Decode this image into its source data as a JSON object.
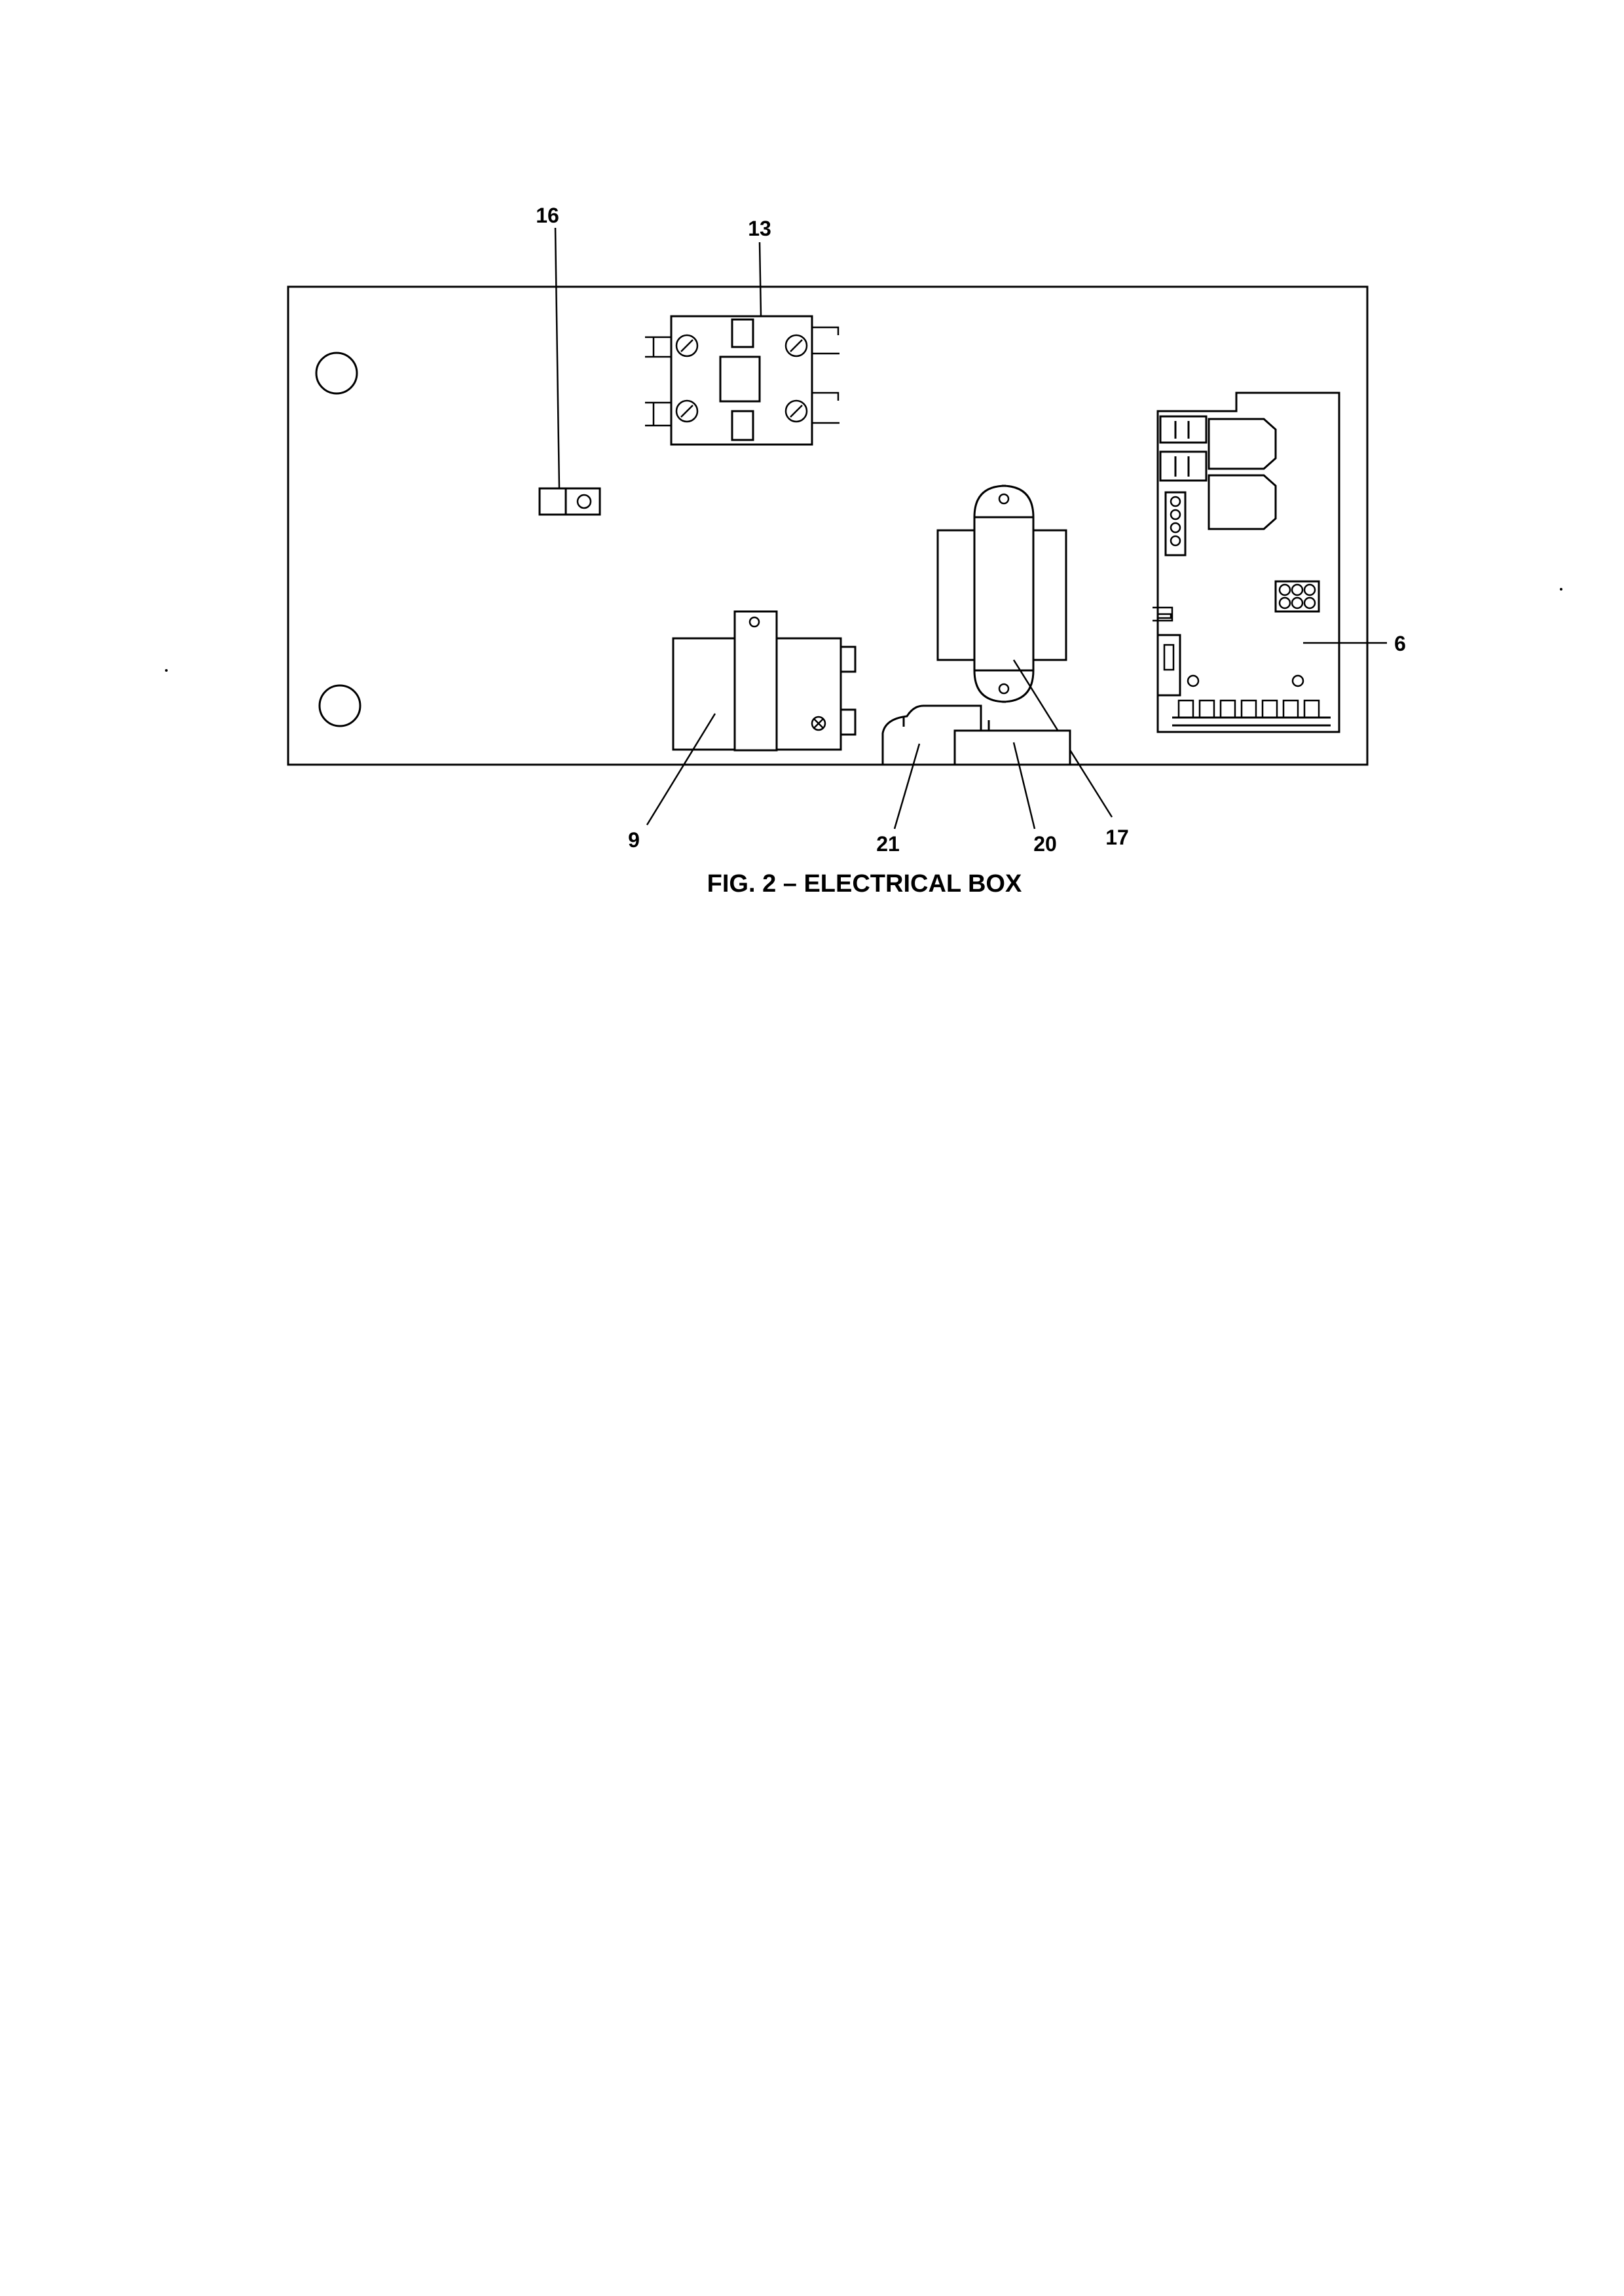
{
  "figure": {
    "caption": "FIG. 2 – ELECTRICAL BOX",
    "callouts": {
      "c16": "16",
      "c13": "13",
      "c6": "6",
      "c9": "9",
      "c21": "21",
      "c20": "20",
      "c17": "17"
    }
  }
}
